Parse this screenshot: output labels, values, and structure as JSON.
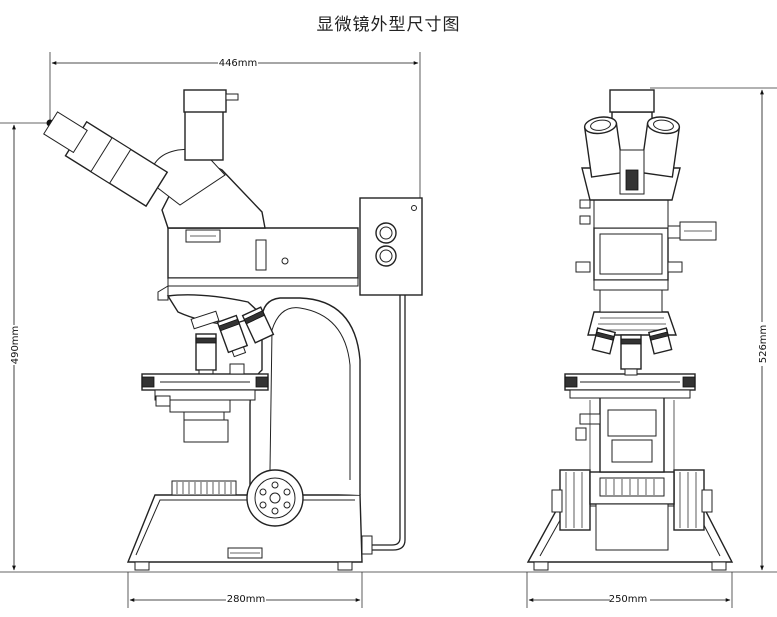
{
  "title": "显微镜外型尺寸图",
  "dimensions": {
    "side_width": "446mm",
    "side_height": "490mm",
    "side_base": "280mm",
    "front_height": "526mm",
    "front_base": "250mm"
  }
}
